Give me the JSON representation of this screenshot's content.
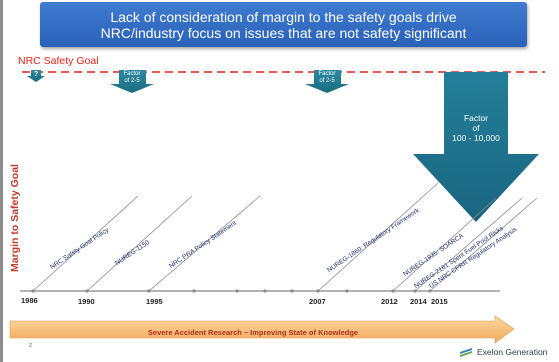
{
  "title": "Lack of consideration of margin to the safety goals drive\nNRC/industry focus on issues that are not  safety significant",
  "goal_line_label": "NRC Safety Goal",
  "y_axis_label": "Margin to Safety Goal",
  "arrows": {
    "unknown": "?",
    "factor_a": "Factor\nof 2-5",
    "factor_b": "Factor\nof 2-5",
    "factor_big": "Factor\nof\n100 - 10,000"
  },
  "years": [
    "1986",
    "1990",
    "1995",
    "2007",
    "2012",
    "2014",
    "2015"
  ],
  "events": [
    "NRC Safety Goal Policy",
    "NUREG-1150",
    "NRC PRA Policy Statement",
    "NUREG-1860: Regulatory Framework",
    "NUREG-1935: SOARCA",
    "NUREG-2161 Spent Fuel Pool Risks",
    "US NRC CPRR Regulatory Analysis"
  ],
  "banner": "Severe Accident Research – Improving State of Knowledge",
  "page_number": "2",
  "logo": {
    "text": "Exelon Generation",
    "icon": "exelon-logo-icon"
  },
  "colors": {
    "title_bg": "#2f68bd",
    "goal_line": "#e8231a",
    "arrow_fill": "#1f7a8c",
    "big_arrow_fill": "#1f6f8b",
    "banner_fill": "#f5b971"
  }
}
